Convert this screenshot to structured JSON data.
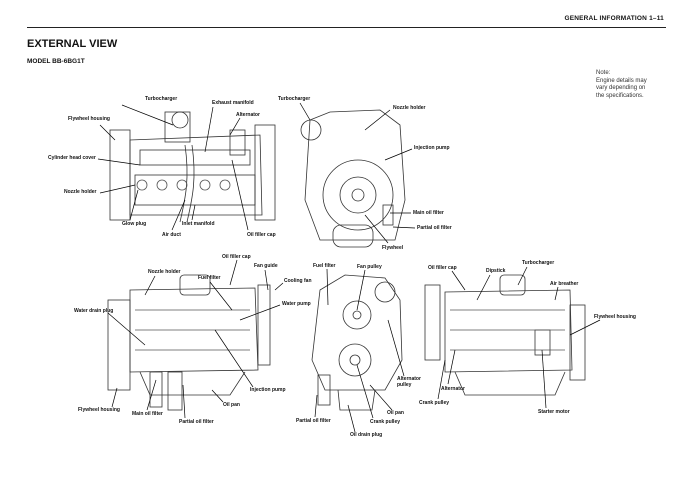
{
  "header": {
    "section": "GENERAL INFORMATION  1–11"
  },
  "title": "EXTERNAL VIEW",
  "model": "MODEL BB-6BG1T",
  "note": {
    "line1": "Note:",
    "line2": "Engine details may",
    "line3": "vary depending on",
    "line4": "the specifications."
  },
  "views": {
    "top_left": {
      "turbocharger": "Turbocharger",
      "exhaust_manifold": "Exhaust manifold",
      "alternator": "Alternator",
      "flywheel_housing": "Flywheel housing",
      "cylinder_head_cover": "Cylinder head cover",
      "nozzle_holder": "Nozzle holder",
      "glow_plug": "Glow plug",
      "inlet_manifold": "Inlet manifold",
      "air_duct": "Air duct",
      "oil_filler_cap": "Oil filler cap"
    },
    "top_right": {
      "turbocharger": "Turbocharger",
      "nozzle_holder": "Nozzle holder",
      "injection_pump": "Injection pump",
      "main_oil_filter": "Main oil filter",
      "partial_oil_filter": "Partial oil filter",
      "flywheel": "Flywheel"
    },
    "bottom_left": {
      "oil_filler_cap": "Oil filler cap",
      "fan_guide": "Fan guide",
      "nozzle_holder": "Nozzle holder",
      "fuel_filter": "Fuel filter",
      "cooling_fan": "Cooling fan",
      "water_pump": "Water pump",
      "water_drain_plug": "Water drain plug",
      "injection_pump": "Injection pump",
      "oil_pan": "Oil pan",
      "flywheel_housing": "Flywheel housing",
      "main_oil_filter": "Main oil filter",
      "partial_oil_filter": "Partial oil filter"
    },
    "bottom_middle": {
      "fuel_filter": "Fuel filter",
      "fan_pulley": "Fan pulley",
      "alternator_pulley_1": "Alternator",
      "alternator_pulley_2": "pulley",
      "oil_pan": "Oil pan",
      "crank_pulley": "Crank pulley",
      "partial_oil_filter": "Partial oil filter",
      "oil_drain_plug": "Oil drain plug"
    },
    "bottom_right": {
      "oil_filler_cap": "Oil filler cap",
      "dipstick": "Dipstick",
      "turbocharger": "Turbocharger",
      "air_breather": "Air breather",
      "flywheel_housing": "Flywheel housing",
      "alternator": "Alternator",
      "crank_pulley": "Crank pulley",
      "starter_motor": "Starter motor"
    }
  }
}
